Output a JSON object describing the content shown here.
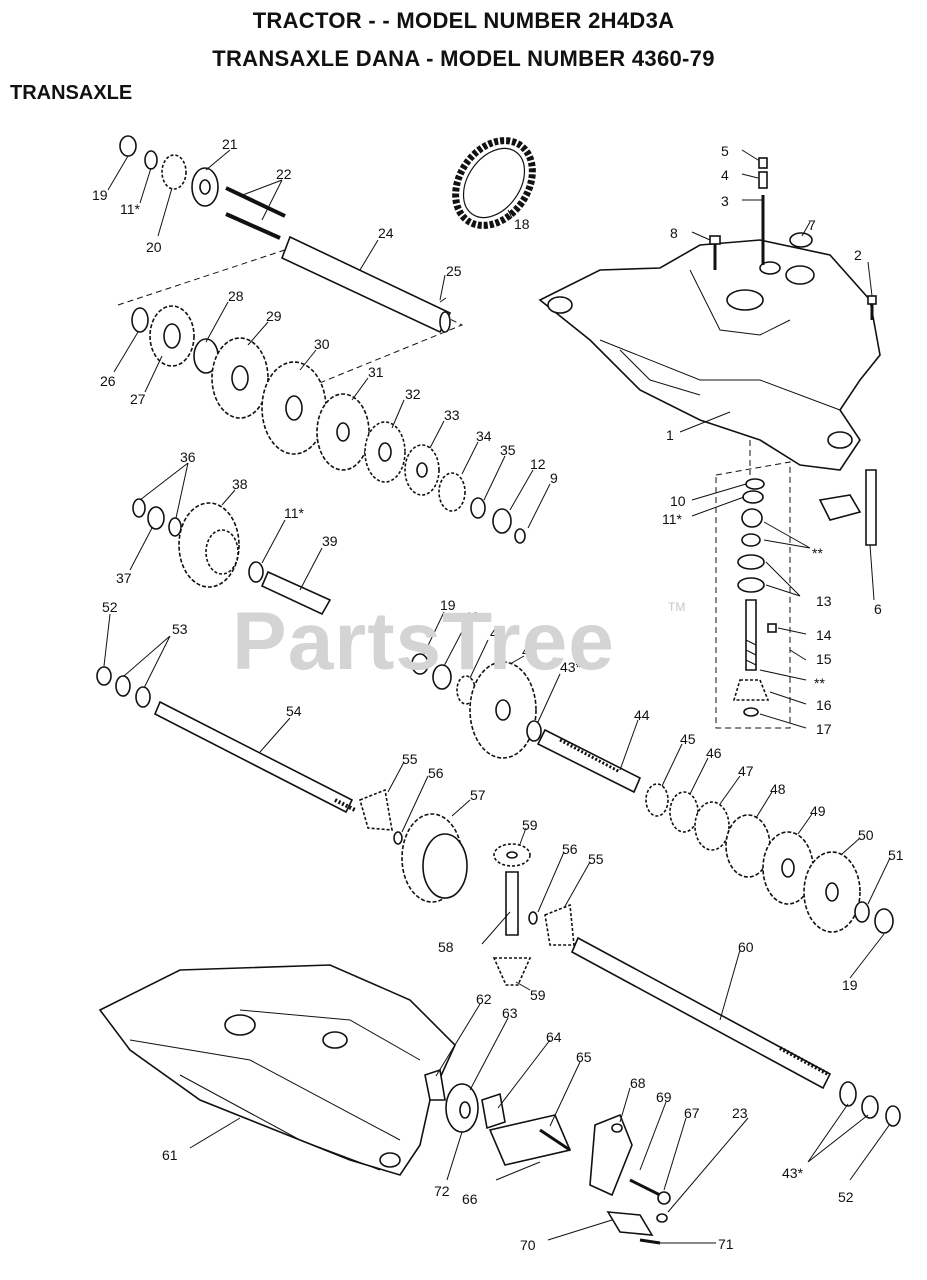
{
  "header": {
    "title_line1": "TRACTOR - - MODEL NUMBER 2H4D3A",
    "title_line2": "TRANSAXLE DANA - MODEL NUMBER 4360-79",
    "section": "TRANSAXLE"
  },
  "watermark": {
    "text": "PartsTree",
    "trademark": "TM"
  },
  "callouts": [
    {
      "text": "19"
    },
    {
      "text": "11*"
    },
    {
      "text": "20"
    },
    {
      "text": "21"
    },
    {
      "text": "22"
    },
    {
      "text": "18"
    },
    {
      "text": "24"
    },
    {
      "text": "25"
    },
    {
      "text": "26"
    },
    {
      "text": "27"
    },
    {
      "text": "28"
    },
    {
      "text": "29"
    },
    {
      "text": "30"
    },
    {
      "text": "31"
    },
    {
      "text": "32"
    },
    {
      "text": "33"
    },
    {
      "text": "34"
    },
    {
      "text": "35"
    },
    {
      "text": "12"
    },
    {
      "text": "9"
    },
    {
      "text": "36"
    },
    {
      "text": "37"
    },
    {
      "text": "38"
    },
    {
      "text": "11*"
    },
    {
      "text": "39"
    },
    {
      "text": "5"
    },
    {
      "text": "4"
    },
    {
      "text": "3"
    },
    {
      "text": "8"
    },
    {
      "text": "7"
    },
    {
      "text": "2"
    },
    {
      "text": "1"
    },
    {
      "text": "10"
    },
    {
      "text": "11*"
    },
    {
      "text": "**"
    },
    {
      "text": "13"
    },
    {
      "text": "6"
    },
    {
      "text": "14"
    },
    {
      "text": "15"
    },
    {
      "text": "**"
    },
    {
      "text": "16"
    },
    {
      "text": "17"
    },
    {
      "text": "52"
    },
    {
      "text": "53"
    },
    {
      "text": "54"
    },
    {
      "text": "19"
    },
    {
      "text": "40"
    },
    {
      "text": "41"
    },
    {
      "text": "42"
    },
    {
      "text": "43*"
    },
    {
      "text": "44"
    },
    {
      "text": "45"
    },
    {
      "text": "46"
    },
    {
      "text": "47"
    },
    {
      "text": "48"
    },
    {
      "text": "49"
    },
    {
      "text": "50"
    },
    {
      "text": "51"
    },
    {
      "text": "19"
    },
    {
      "text": "55"
    },
    {
      "text": "56"
    },
    {
      "text": "57"
    },
    {
      "text": "59"
    },
    {
      "text": "56"
    },
    {
      "text": "55"
    },
    {
      "text": "58"
    },
    {
      "text": "59"
    },
    {
      "text": "60"
    },
    {
      "text": "61"
    },
    {
      "text": "62"
    },
    {
      "text": "63"
    },
    {
      "text": "64"
    },
    {
      "text": "65"
    },
    {
      "text": "68"
    },
    {
      "text": "69"
    },
    {
      "text": "67"
    },
    {
      "text": "23"
    },
    {
      "text": "72"
    },
    {
      "text": "66"
    },
    {
      "text": "43*"
    },
    {
      "text": "52"
    },
    {
      "text": "70"
    },
    {
      "text": "71"
    }
  ]
}
